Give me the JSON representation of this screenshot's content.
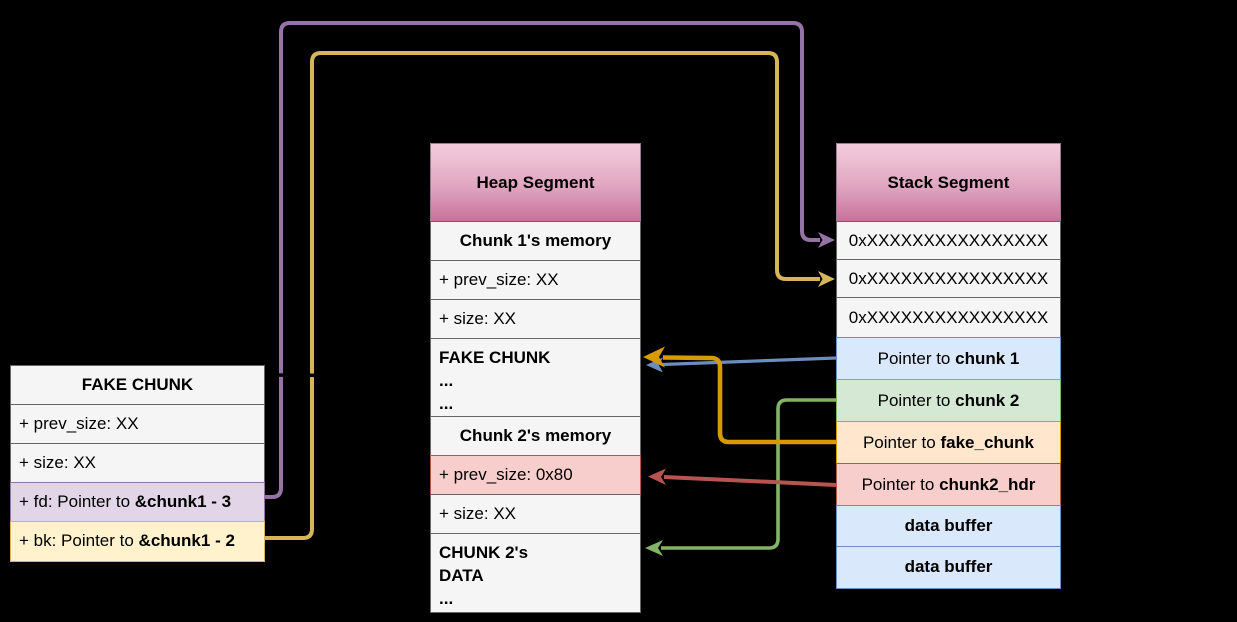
{
  "left_table": {
    "header": "FAKE CHUNK",
    "prev": "+ prev_size: XX",
    "size": "+ size: XX",
    "fd_pre": "+ fd: Pointer to ",
    "fd_bold": "&chunk1 - 3",
    "bk_pre": "+ bk: Pointer to ",
    "bk_bold": "&chunk1 - 2"
  },
  "heap_table": {
    "header": "Heap Segment",
    "chunk1_mem": "Chunk 1's memory",
    "prev1": "+ prev_size: XX",
    "size1": "+ size: XX",
    "fake_lines": [
      "FAKE CHUNK",
      "...",
      "..."
    ],
    "chunk2_mem": "Chunk 2's memory",
    "prev2": "+ prev_size: 0x80",
    "size2": "+ size: XX",
    "data_lines": [
      "CHUNK 2's",
      "DATA",
      "..."
    ]
  },
  "stack_table": {
    "header": "Stack Segment",
    "addr_rows": [
      "0xXXXXXXXXXXXXXXXX",
      "0xXXXXXXXXXXXXXXXX",
      "0xXXXXXXXXXXXXXXXX"
    ],
    "ptr_pre": "Pointer to ",
    "ptr_chunk1": "chunk 1",
    "ptr_chunk2": "chunk 2",
    "ptr_fake": "fake_chunk",
    "ptr_hdr": "chunk2_hdr",
    "buffers": [
      "data buffer",
      "data buffer"
    ]
  },
  "colors": {
    "background": "#000000",
    "row_fill": "#f5f5f5",
    "row_stroke": "#666666",
    "header_gradient_top": "#f3cddb",
    "header_gradient_bottom": "#c77099",
    "purple_fill": "#e1d5e7",
    "purple_stroke": "#9673a6",
    "yellow_fill": "#fff2cc",
    "yellow_stroke": "#d6b656",
    "blue_fill": "#dae8fc",
    "blue_stroke": "#6c8ebf",
    "green_fill": "#d5e8d4",
    "green_stroke": "#82b366",
    "orange_fill": "#ffe6cc",
    "orange_stroke": "#d79b00",
    "red_fill": "#f8cecc",
    "red_stroke": "#b85450"
  }
}
